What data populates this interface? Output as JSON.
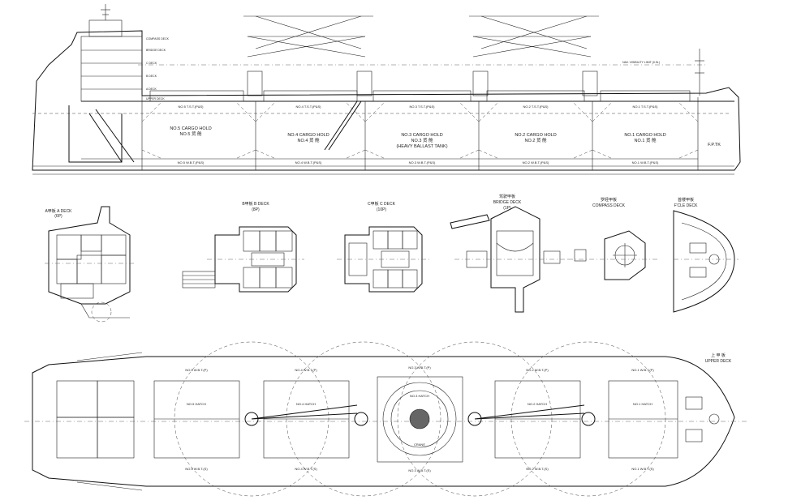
{
  "profile": {
    "holds": [
      {
        "name": "NO.5 CARGO HOLD",
        "cn": "NO.5 货 舱"
      },
      {
        "name": "NO.4 CARGO HOLD",
        "cn": "NO.4 货 舱"
      },
      {
        "name": "NO.3 CARGO HOLD",
        "cn": "NO.3 货 舱"
      },
      {
        "name": "NO.2 CARGO HOLD",
        "cn": "NO.2 货 舱"
      },
      {
        "name": "NO.1 CARGO HOLD",
        "cn": "NO.1 货 舱"
      }
    ],
    "ballast_note": "(HEAVY BALLAST TANK)",
    "fpk_label": "F.P.TK",
    "visibility_note": "NAV. VISIBILITY LIMIT (0.5L)",
    "wbt_labels": [
      "NO.5 W.B.T.(P&S)",
      "NO.4 W.B.T.(P&S)",
      "NO.3 W.B.T.(P&S)",
      "NO.2 W.B.T.(P&S)",
      "NO.1 W.B.T.(P&S)"
    ],
    "upper_labels": [
      "NO.5 T.S.T.(P&S)",
      "NO.4 T.S.T.(P&S)",
      "NO.3 T.S.T.(P&S)",
      "NO.2 T.S.T.(P&S)",
      "NO.1 T.S.T.(P&S)"
    ],
    "deck_marks": [
      "COMPASS DECK",
      "BRIDGE DECK",
      "C DECK",
      "B DECK",
      "A DECK",
      "UPPER DECK"
    ]
  },
  "decks": [
    {
      "cn": "A甲板 A DECK",
      "sub": "(6P)"
    },
    {
      "cn": "B甲板 B DECK",
      "sub": "(8P)"
    },
    {
      "cn": "C甲板 C DECK",
      "sub": "(10P)"
    },
    {
      "cn": "驾驶甲板",
      "name": "BRIDGE DECK",
      "sub": "(1P)"
    },
    {
      "cn": "罗经甲板",
      "name": "COMPASS DECK",
      "sub": ""
    },
    {
      "cn": "首楼甲板",
      "name": "F'CLE DECK",
      "sub": ""
    }
  ],
  "plan": {
    "title_cn": "上 甲 板",
    "title": "UPPER DECK",
    "hatch_labels": [
      "NO.5 HATCH",
      "NO.4 HATCH",
      "NO.3 HATCH",
      "NO.2 HATCH",
      "NO.1 HATCH"
    ],
    "tank_labels": [
      "NO.5 W.B.T.(P)",
      "NO.4 W.B.T.(P)",
      "NO.3 W.B.T.(P)",
      "NO.2 W.B.T.(P)",
      "NO.1 W.B.T.(P)"
    ],
    "tank_labels_s": [
      "NO.5 W.B.T.(S)",
      "NO.4 W.B.T.(S)",
      "NO.3 W.B.T.(S)",
      "NO.2 W.B.T.(S)",
      "NO.1 W.B.T.(S)"
    ],
    "crane_label": "CRANE"
  }
}
